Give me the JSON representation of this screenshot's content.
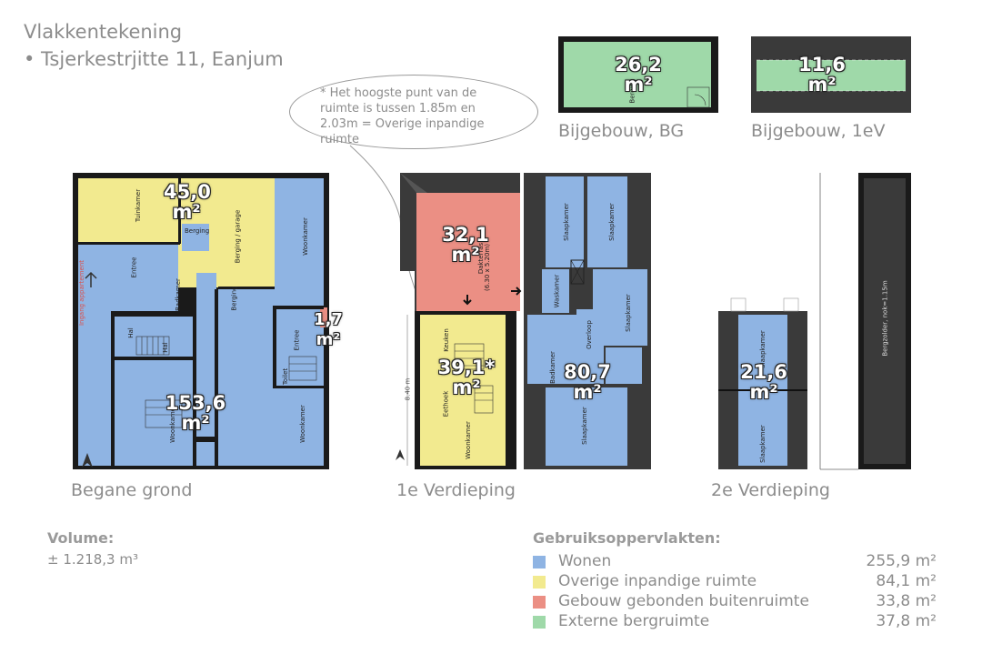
{
  "header": {
    "title": "Vlakkentekening",
    "address": "• Tsjerkestrjitte 11, Eanjum"
  },
  "note": {
    "text": "* Het hoogste punt van de ruimte is tussen 1.85m en 2.03m = Overige inpandige ruimte"
  },
  "unit": "m²",
  "colors": {
    "wonen": "#8fb4e3",
    "overig": "#f2ea8f",
    "buiten": "#eb8f84",
    "extern": "#9fd9a9",
    "wall": "#1a1a1a",
    "roof": "#3a3a3a"
  },
  "floors": {
    "begane_grond": {
      "caption": "Begane grond",
      "areas": {
        "overig": "45,0",
        "buiten": "1,7",
        "wonen": "153,6"
      },
      "rooms": {
        "tuinkamer": "Tuinkamer",
        "berging_garage": "Berging / garage",
        "berging1": "Berging",
        "berging2": "Berging",
        "woonkamer1": "Woonkamer",
        "woonkamer2": "Woonkamer",
        "woonkamer3": "Woonkamer",
        "entree1": "Entree",
        "entree2": "Entree",
        "badkamer": "Badkamer",
        "hal1": "Hal",
        "hal2": "Hal",
        "toilet": "Toilet",
        "ingang": "Ingang appartement"
      }
    },
    "eerste_verdieping": {
      "caption": "1e Verdieping",
      "areas": {
        "buiten": "32,1",
        "overig": "39,1*",
        "wonen": "80,7"
      },
      "rooms": {
        "dakterras": "Dakterras",
        "dakterras_size": "(6.30 x 5.20m)",
        "keuken": "Keuken",
        "eethoek": "Eethoek",
        "woonkamer": "Woonkamer",
        "slaapkamer1": "Slaapkamer",
        "slaapkamer2": "Slaapkamer",
        "slaapkamer3": "Slaapkamer",
        "slaapkamer4": "Slaapkamer",
        "waskamer": "Waskamer",
        "overloop": "Overloop",
        "badkamer": "Badkamer",
        "dimension": "8.40 m"
      }
    },
    "tweede_verdieping": {
      "caption": "2e Verdieping",
      "areas": {
        "wonen": "21,6"
      },
      "rooms": {
        "slaapkamer1": "Slaapkamer",
        "slaapkamer2": "Slaapkamer",
        "bergzolder": "Bergzolder, nok=1.15m"
      }
    },
    "bijgebouw_bg": {
      "caption": "Bijgebouw, BG",
      "areas": {
        "extern": "26,2"
      },
      "rooms": {
        "berging": "Berging"
      }
    },
    "bijgebouw_1ev": {
      "caption": "Bijgebouw, 1eV",
      "areas": {
        "extern": "11,6"
      }
    }
  },
  "volume": {
    "heading": "Volume:",
    "value": "± 1.218,3 m³"
  },
  "legend": {
    "heading": "Gebruiksoppervlakten:",
    "items": [
      {
        "key": "wonen",
        "label": "Wonen",
        "value": "255,9 m²",
        "color": "#8fb4e3"
      },
      {
        "key": "overig",
        "label": "Overige inpandige ruimte",
        "value": "84,1 m²",
        "color": "#f2ea8f"
      },
      {
        "key": "buiten",
        "label": "Gebouw gebonden buitenruimte",
        "value": "33,8 m²",
        "color": "#eb8f84"
      },
      {
        "key": "extern",
        "label": "Externe bergruimte",
        "value": "37,8 m²",
        "color": "#9fd9a9"
      }
    ]
  }
}
